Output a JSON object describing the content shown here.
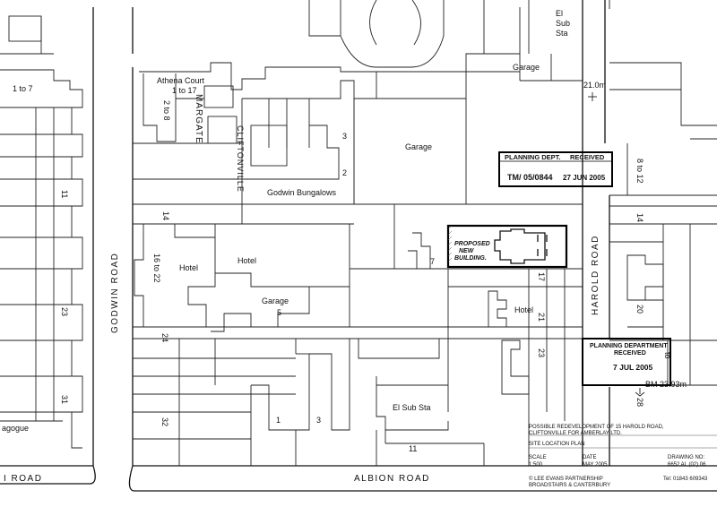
{
  "roads": {
    "godwin_road": "GODWIN ROAD",
    "harold_road": "HAROLD ROAD",
    "albion_road": "ALBION ROAD",
    "albion_road_left": "I ROAD",
    "margate": "MARGATE",
    "cliftonville": "CLIFTONVILLE"
  },
  "labels": {
    "athena_court_1": "Athena Court",
    "athena_court_2": "1 to 17",
    "el_sub_sta_top_1": "El",
    "el_sub_sta_top_2": "Sub",
    "el_sub_sta_top_3": "Sta",
    "garage_top_right": "Garage",
    "garage_center": "Garage",
    "garage_lower": "Garage",
    "garage_lower_num": "5",
    "godwin_bungalows": "Godwin Bungalows",
    "hotel_1": "Hotel",
    "hotel_2": "Hotel",
    "hotel_3": "Hotel",
    "el_sub_sta_bottom": "El Sub Sta",
    "synagogue": "agogue",
    "spot_height": "21.0m",
    "benchmark": "BM 23.93m",
    "proposed_1": "PROPOSED",
    "proposed_2": "NEW",
    "proposed_3": "BUILDING."
  },
  "numbers": {
    "n_1_to_7": "1 to 7",
    "n_2_to_8": "2 to 8",
    "n_11_left": "11",
    "n_14": "14",
    "n_16_to_22": "16 to 22",
    "n_23_left": "23",
    "n_24": "24",
    "n_31": "31",
    "n_32": "32",
    "n_3_top": "3",
    "n_2_mid": "2",
    "n_7": "7",
    "n_17": "17",
    "n_21": "21",
    "n_23_right": "23",
    "n_1_bottom": "1",
    "n_3_bottom": "3",
    "n_11_bottom": "11",
    "n_8_to_12": "8 to 12",
    "n_14_right": "14",
    "n_20": "20",
    "n_to": "to",
    "n_28": "28"
  },
  "stamp_received": {
    "line1": "PLANNING DEPT.",
    "line1b": "RECEIVED",
    "ref": "TM/ 05/0844",
    "date": "27 JUN 2005"
  },
  "stamp_dept": {
    "line1": "PLANNING DEPARTMENT",
    "line2": "RECEIVED",
    "date": "7 JUL 2005"
  },
  "title_block": {
    "desc1": "POSSIBLE REDEVELOPMENT OF 15 HAROLD ROAD,",
    "desc2": "CLIFTONVILLE FOR AMBERLAY LTD.",
    "plan": "SITE LOCATION PLAN",
    "scale_label": "SCALE",
    "scale": "1:500",
    "date_label": "DATE",
    "date": "MAY 2005",
    "drawing_label": "DRAWING NO:",
    "drawing": "6652 AL (02) 06",
    "firm": "© LEE EVANS PARTNERSHIP",
    "location": "BROADSTAIRS & CANTERBURY",
    "tel": "Tel: 01843 609343"
  }
}
